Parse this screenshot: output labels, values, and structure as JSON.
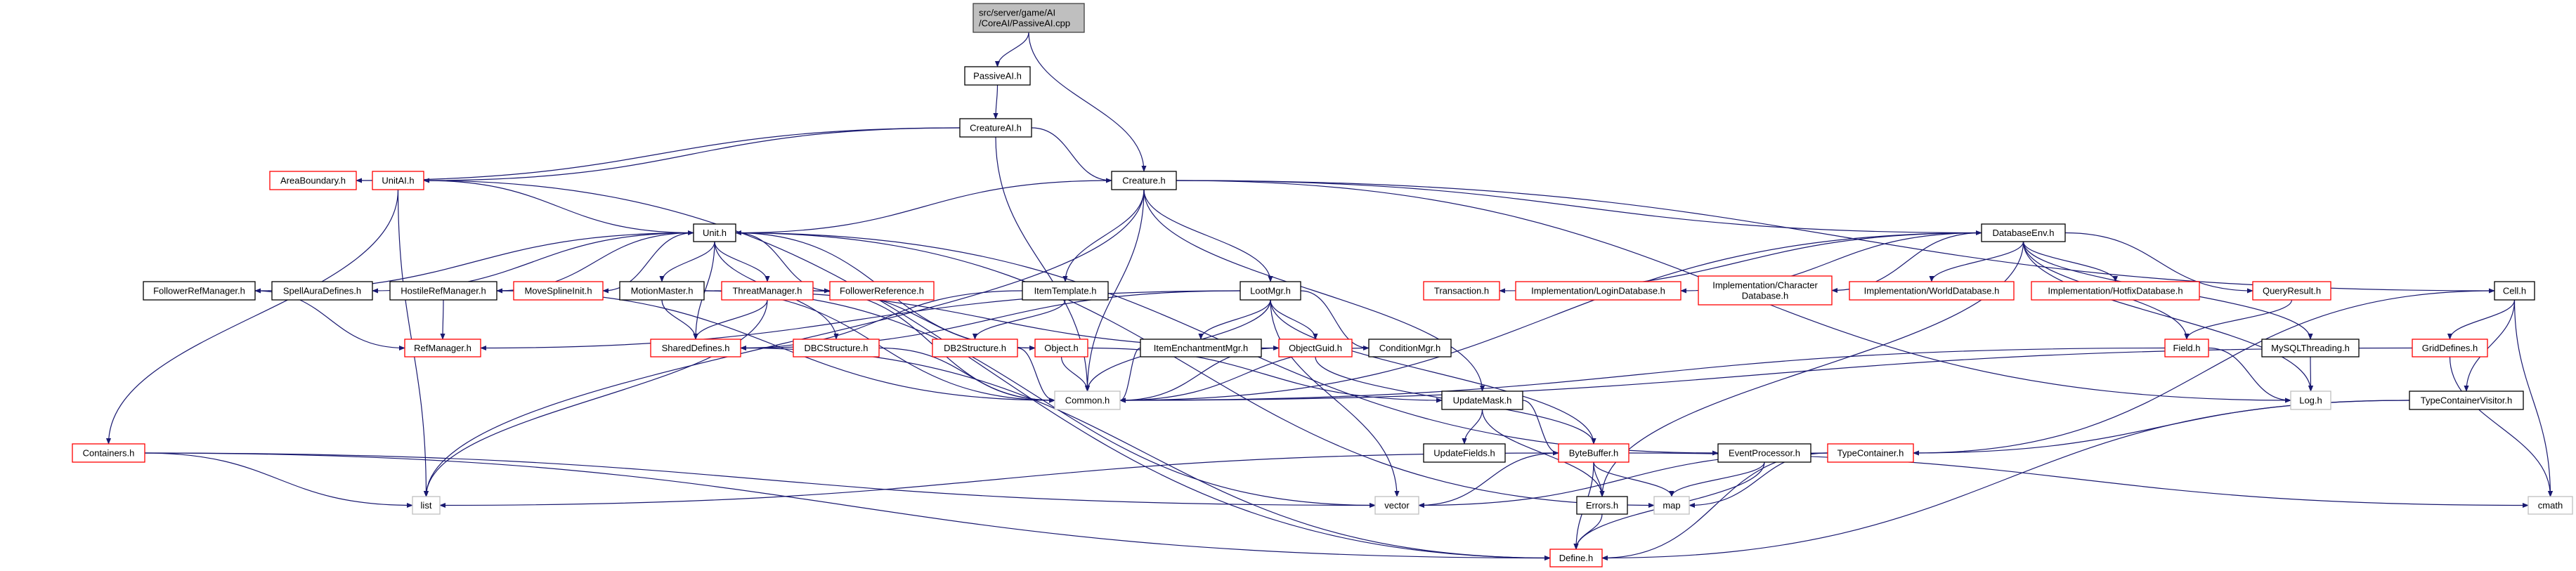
{
  "colors": {
    "edge": "#191970",
    "root_fill": "#bfbfbf",
    "root_border": "#404040",
    "normal_border": "#000000",
    "truncated_border": "#ff0000",
    "system_border": "#bfbfbf",
    "background": "#ffffff"
  },
  "nodes": [
    {
      "id": "cpp",
      "lines": [
        "src/server/game/AI",
        "/CoreAI/PassiveAI.cpp"
      ],
      "kind": "root"
    },
    {
      "id": "PassiveAI",
      "lines": [
        "PassiveAI.h"
      ],
      "kind": "normal"
    },
    {
      "id": "CreatureAI",
      "lines": [
        "CreatureAI.h"
      ],
      "kind": "normal"
    },
    {
      "id": "AreaBoundary",
      "lines": [
        "AreaBoundary.h"
      ],
      "kind": "truncated"
    },
    {
      "id": "UnitAI",
      "lines": [
        "UnitAI.h"
      ],
      "kind": "truncated"
    },
    {
      "id": "Creature",
      "lines": [
        "Creature.h"
      ],
      "kind": "normal"
    },
    {
      "id": "Unit",
      "lines": [
        "Unit.h"
      ],
      "kind": "normal"
    },
    {
      "id": "DatabaseEnv",
      "lines": [
        "DatabaseEnv.h"
      ],
      "kind": "normal"
    },
    {
      "id": "FollowerRefManager",
      "lines": [
        "FollowerRefManager.h"
      ],
      "kind": "normal"
    },
    {
      "id": "SpellAuraDefines",
      "lines": [
        "SpellAuraDefines.h"
      ],
      "kind": "normal"
    },
    {
      "id": "HostileRefManager",
      "lines": [
        "HostileRefManager.h"
      ],
      "kind": "normal"
    },
    {
      "id": "MoveSplineInit",
      "lines": [
        "MoveSplineInit.h"
      ],
      "kind": "truncated"
    },
    {
      "id": "MotionMaster",
      "lines": [
        "MotionMaster.h"
      ],
      "kind": "normal"
    },
    {
      "id": "ThreatManager",
      "lines": [
        "ThreatManager.h"
      ],
      "kind": "truncated"
    },
    {
      "id": "FollowerReference",
      "lines": [
        "FollowerReference.h"
      ],
      "kind": "truncated"
    },
    {
      "id": "ItemTemplate",
      "lines": [
        "ItemTemplate.h"
      ],
      "kind": "normal"
    },
    {
      "id": "LootMgr",
      "lines": [
        "LootMgr.h"
      ],
      "kind": "normal"
    },
    {
      "id": "Transaction",
      "lines": [
        "Transaction.h"
      ],
      "kind": "truncated"
    },
    {
      "id": "LoginDatabase",
      "lines": [
        "Implementation/LoginDatabase.h"
      ],
      "kind": "truncated"
    },
    {
      "id": "CharacterDatabase",
      "lines": [
        "Implementation/Character",
        "Database.h"
      ],
      "kind": "truncated"
    },
    {
      "id": "WorldDatabase",
      "lines": [
        "Implementation/WorldDatabase.h"
      ],
      "kind": "truncated"
    },
    {
      "id": "HotfixDatabase",
      "lines": [
        "Implementation/HotfixDatabase.h"
      ],
      "kind": "truncated"
    },
    {
      "id": "QueryResult",
      "lines": [
        "QueryResult.h"
      ],
      "kind": "truncated"
    },
    {
      "id": "Cell",
      "lines": [
        "Cell.h"
      ],
      "kind": "normal"
    },
    {
      "id": "RefManager",
      "lines": [
        "RefManager.h"
      ],
      "kind": "truncated"
    },
    {
      "id": "SharedDefines",
      "lines": [
        "SharedDefines.h"
      ],
      "kind": "truncated"
    },
    {
      "id": "DBCStructure",
      "lines": [
        "DBCStructure.h"
      ],
      "kind": "truncated"
    },
    {
      "id": "DB2Structure",
      "lines": [
        "DB2Structure.h"
      ],
      "kind": "truncated"
    },
    {
      "id": "Object",
      "lines": [
        "Object.h"
      ],
      "kind": "truncated"
    },
    {
      "id": "ItemEnchantmentMgr",
      "lines": [
        "ItemEnchantmentMgr.h"
      ],
      "kind": "normal"
    },
    {
      "id": "ObjectGuid",
      "lines": [
        "ObjectGuid.h"
      ],
      "kind": "truncated"
    },
    {
      "id": "ConditionMgr",
      "lines": [
        "ConditionMgr.h"
      ],
      "kind": "normal"
    },
    {
      "id": "Field",
      "lines": [
        "Field.h"
      ],
      "kind": "truncated"
    },
    {
      "id": "MySQLThreading",
      "lines": [
        "MySQLThreading.h"
      ],
      "kind": "normal"
    },
    {
      "id": "GridDefines",
      "lines": [
        "GridDefines.h"
      ],
      "kind": "truncated"
    },
    {
      "id": "Common",
      "lines": [
        "Common.h"
      ],
      "kind": "system"
    },
    {
      "id": "UpdateMask",
      "lines": [
        "UpdateMask.h"
      ],
      "kind": "normal"
    },
    {
      "id": "Log",
      "lines": [
        "Log.h"
      ],
      "kind": "system"
    },
    {
      "id": "TypeContainerVisitor",
      "lines": [
        "TypeContainerVisitor.h"
      ],
      "kind": "normal"
    },
    {
      "id": "Containers",
      "lines": [
        "Containers.h"
      ],
      "kind": "truncated"
    },
    {
      "id": "UpdateFields",
      "lines": [
        "UpdateFields.h"
      ],
      "kind": "normal"
    },
    {
      "id": "ByteBuffer",
      "lines": [
        "ByteBuffer.h"
      ],
      "kind": "truncated"
    },
    {
      "id": "EventProcessor",
      "lines": [
        "EventProcessor.h"
      ],
      "kind": "normal"
    },
    {
      "id": "TypeContainer",
      "lines": [
        "TypeContainer.h"
      ],
      "kind": "truncated"
    },
    {
      "id": "list",
      "lines": [
        "list"
      ],
      "kind": "system"
    },
    {
      "id": "vector",
      "lines": [
        "vector"
      ],
      "kind": "system"
    },
    {
      "id": "Errors",
      "lines": [
        "Errors.h"
      ],
      "kind": "normal"
    },
    {
      "id": "map",
      "lines": [
        "map"
      ],
      "kind": "system"
    },
    {
      "id": "cmath",
      "lines": [
        "cmath"
      ],
      "kind": "system"
    },
    {
      "id": "Define",
      "lines": [
        "Define.h"
      ],
      "kind": "truncated"
    }
  ],
  "edges": [
    [
      "cpp",
      "PassiveAI"
    ],
    [
      "cpp",
      "Creature"
    ],
    [
      "PassiveAI",
      "CreatureAI"
    ],
    [
      "CreatureAI",
      "AreaBoundary"
    ],
    [
      "CreatureAI",
      "UnitAI"
    ],
    [
      "CreatureAI",
      "Creature"
    ],
    [
      "CreatureAI",
      "Common"
    ],
    [
      "UnitAI",
      "Unit"
    ],
    [
      "UnitAI",
      "Containers"
    ],
    [
      "UnitAI",
      "list"
    ],
    [
      "UnitAI",
      "Define"
    ],
    [
      "Creature",
      "Unit"
    ],
    [
      "Creature",
      "list"
    ],
    [
      "Creature",
      "ItemTemplate"
    ],
    [
      "Creature",
      "Common"
    ],
    [
      "Creature",
      "LootMgr"
    ],
    [
      "Creature",
      "DatabaseEnv"
    ],
    [
      "Creature",
      "Cell"
    ],
    [
      "Creature",
      "UpdateMask"
    ],
    [
      "Creature",
      "Log"
    ],
    [
      "Unit",
      "FollowerRefManager"
    ],
    [
      "Unit",
      "SpellAuraDefines"
    ],
    [
      "Unit",
      "HostileRefManager"
    ],
    [
      "Unit",
      "MoveSplineInit"
    ],
    [
      "Unit",
      "MotionMaster"
    ],
    [
      "Unit",
      "ThreatManager"
    ],
    [
      "Unit",
      "FollowerReference"
    ],
    [
      "Unit",
      "SharedDefines"
    ],
    [
      "Unit",
      "DBCStructure"
    ],
    [
      "Unit",
      "Object"
    ],
    [
      "Unit",
      "EventProcessor"
    ],
    [
      "Unit",
      "map"
    ],
    [
      "FollowerRefManager",
      "RefManager"
    ],
    [
      "HostileRefManager",
      "RefManager"
    ],
    [
      "HostileRefManager",
      "Common"
    ],
    [
      "MotionMaster",
      "SharedDefines"
    ],
    [
      "MotionMaster",
      "Common"
    ],
    [
      "MotionMaster",
      "vector"
    ],
    [
      "MotionMaster",
      "ObjectGuid"
    ],
    [
      "ThreatManager",
      "SharedDefines"
    ],
    [
      "ThreatManager",
      "list"
    ],
    [
      "ThreatManager",
      "Common"
    ],
    [
      "ThreatManager",
      "Object"
    ],
    [
      "ItemTemplate",
      "SharedDefines"
    ],
    [
      "ItemTemplate",
      "DB2Structure"
    ],
    [
      "LootMgr",
      "SharedDefines"
    ],
    [
      "LootMgr",
      "ItemEnchantmentMgr"
    ],
    [
      "LootMgr",
      "ObjectGuid"
    ],
    [
      "LootMgr",
      "ConditionMgr"
    ],
    [
      "LootMgr",
      "RefManager"
    ],
    [
      "LootMgr",
      "ByteBuffer"
    ],
    [
      "LootMgr",
      "vector"
    ],
    [
      "LootMgr",
      "Common"
    ],
    [
      "DBCStructure",
      "Common"
    ],
    [
      "DB2Structure",
      "Common"
    ],
    [
      "Object",
      "Common"
    ],
    [
      "Object",
      "UpdateMask"
    ],
    [
      "ItemEnchantmentMgr",
      "Common"
    ],
    [
      "ObjectGuid",
      "Common"
    ],
    [
      "ObjectGuid",
      "ByteBuffer"
    ],
    [
      "ConditionMgr",
      "Common"
    ],
    [
      "SharedDefines",
      "Define"
    ],
    [
      "UpdateMask",
      "UpdateFields"
    ],
    [
      "UpdateMask",
      "ByteBuffer"
    ],
    [
      "UpdateMask",
      "Errors"
    ],
    [
      "ByteBuffer",
      "list"
    ],
    [
      "ByteBuffer",
      "vector"
    ],
    [
      "ByteBuffer",
      "Errors"
    ],
    [
      "ByteBuffer",
      "map"
    ],
    [
      "ByteBuffer",
      "Define"
    ],
    [
      "ByteBuffer",
      "cmath"
    ],
    [
      "EventProcessor",
      "map"
    ],
    [
      "EventProcessor",
      "Define"
    ],
    [
      "TypeContainer",
      "vector"
    ],
    [
      "TypeContainer",
      "map"
    ],
    [
      "TypeContainer",
      "Define"
    ],
    [
      "Errors",
      "Define"
    ],
    [
      "Containers",
      "list"
    ],
    [
      "Containers",
      "vector"
    ],
    [
      "Containers",
      "Define"
    ],
    [
      "DatabaseEnv",
      "Transaction"
    ],
    [
      "DatabaseEnv",
      "LoginDatabase"
    ],
    [
      "DatabaseEnv",
      "CharacterDatabase"
    ],
    [
      "DatabaseEnv",
      "WorldDatabase"
    ],
    [
      "DatabaseEnv",
      "HotfixDatabase"
    ],
    [
      "DatabaseEnv",
      "QueryResult"
    ],
    [
      "DatabaseEnv",
      "Field"
    ],
    [
      "DatabaseEnv",
      "MySQLThreading"
    ],
    [
      "DatabaseEnv",
      "Log"
    ],
    [
      "DatabaseEnv",
      "Common"
    ],
    [
      "DatabaseEnv",
      "Errors"
    ],
    [
      "QueryResult",
      "Field"
    ],
    [
      "Field",
      "Log"
    ],
    [
      "Field",
      "Common"
    ],
    [
      "MySQLThreading",
      "Log"
    ],
    [
      "Cell",
      "GridDefines"
    ],
    [
      "Cell",
      "TypeContainerVisitor"
    ],
    [
      "Cell",
      "TypeContainer"
    ],
    [
      "Cell",
      "cmath"
    ],
    [
      "GridDefines",
      "Common"
    ],
    [
      "GridDefines",
      "cmath"
    ],
    [
      "TypeContainerVisitor",
      "TypeContainer"
    ],
    [
      "TypeContainerVisitor",
      "Define"
    ]
  ]
}
